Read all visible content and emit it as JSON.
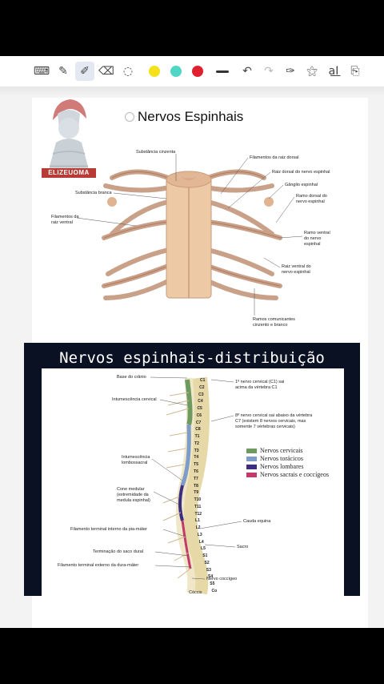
{
  "toolbar": {
    "tools": [
      {
        "name": "keyboard-icon",
        "glyph": "⌨"
      },
      {
        "name": "pencil-icon",
        "glyph": "✎"
      },
      {
        "name": "highlighter-icon",
        "glyph": "✐"
      },
      {
        "name": "eraser-icon",
        "glyph": "⌫"
      },
      {
        "name": "lasso-icon",
        "glyph": "◌"
      }
    ],
    "colors": [
      "#f4e11a",
      "#4fd6c6",
      "#e0202e"
    ],
    "after": [
      {
        "name": "undo-icon",
        "glyph": "↶"
      },
      {
        "name": "redo-icon",
        "glyph": "↷"
      },
      {
        "name": "marker-icon",
        "glyph": "✑"
      },
      {
        "name": "shape-icon",
        "glyph": "⚝"
      },
      {
        "name": "text-icon",
        "glyph": "a͟I"
      },
      {
        "name": "page-icon",
        "glyph": "⎘"
      }
    ]
  },
  "logo": {
    "text": "ELIZEUOMA"
  },
  "title": "Nervos Espinhais",
  "figure1": {
    "labels": {
      "gray_matter": "Substância cinzenta",
      "dorsal_root_filaments": "Filamentos da raiz dorsal",
      "dorsal_root": "Raiz dorsal do nervo espinhal",
      "spinal_ganglion": "Gânglio espinhal",
      "dorsal_ramus_1": "Ramo dorsal do",
      "dorsal_ramus_2": "nervo espinhal",
      "white_matter": "Substância branca",
      "ventral_filaments_1": "Filamentos da",
      "ventral_filaments_2": "raiz ventral",
      "ventral_ramus_1": "Ramo ventral",
      "ventral_ramus_2": "do nervo",
      "ventral_ramus_3": "espinhal",
      "ventral_root_1": "Raiz ventral do",
      "ventral_root_2": "nervo espinhal",
      "communicating_1": "Ramos comunicantes",
      "communicating_2": "cinzento e branco"
    }
  },
  "figure2": {
    "title": "Nervos espinhais-distribuição",
    "labels": {
      "skull_base": "Base do crânio",
      "cervical_enlargement": "Intumescência cervical",
      "c1_note_1": "1º nervo cervical (C1) sai",
      "c1_note_2": "acima da vértebra C1",
      "c8_note_1": "8º nervo cervical sai abaixo da vértebra",
      "c8_note_2": "C7 (existem 8 nervos cervicais, mas",
      "c8_note_3": "somente 7 vértebras cervicais)",
      "lumbosacral_1": "Intumescência",
      "lumbosacral_2": "lombossacral",
      "conus_1": "Cone medular",
      "conus_2": "(extremidade da",
      "conus_3": "medula espinhal)",
      "cauda_equina": "Cauda equina",
      "filum_pia": "Filamento terminal interno da pia-máter",
      "sacrum": "Sacro",
      "dural_sac": "Terminação do saco dural",
      "filum_dura": "Filamento terminal externo da dura-máter",
      "coccygeal_nerve": "Nervo coccígeo",
      "coccyx": "Cóccix"
    },
    "vertebrae": [
      "C1",
      "C2",
      "C3",
      "C4",
      "C5",
      "C6",
      "C7",
      "C8",
      "T1",
      "T2",
      "T3",
      "T4",
      "T5",
      "T6",
      "T7",
      "T8",
      "T9",
      "T10",
      "T11",
      "T12",
      "L1",
      "L2",
      "L3",
      "L4",
      "L5",
      "S1",
      "S2",
      "S3",
      "S4",
      "S5",
      "Co"
    ],
    "legend": [
      {
        "label": "Nervos cervicais",
        "color": "#6f9a5f"
      },
      {
        "label": "Nervos torácicos",
        "color": "#7e9cc8"
      },
      {
        "label": "Nervos lombares",
        "color": "#3c2e7e"
      },
      {
        "label": "Nervos sacrais e coccígeos",
        "color": "#c23a6a"
      }
    ]
  }
}
